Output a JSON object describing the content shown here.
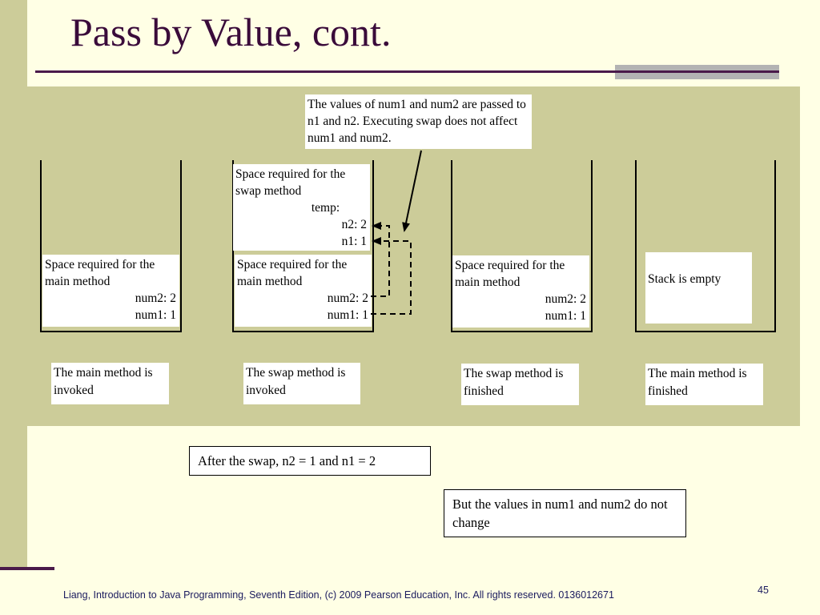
{
  "title": "Pass by Value, cont.",
  "callout": "The values of num1 and num2 are passed to n1 and n2. Executing swap does not affect num1 and num2.",
  "stacks": [
    {
      "main_frame": {
        "label": "Space required for the main method",
        "num2": "num2: 2",
        "num1": "num1: 1"
      },
      "caption": "The main method is invoked"
    },
    {
      "swap_frame": {
        "label": "Space required for the swap method",
        "temp": "temp:",
        "n2": "n2: 2",
        "n1": "n1: 1"
      },
      "main_frame": {
        "label": "Space required for the main method",
        "num2": "num2: 2",
        "num1": "num1: 1"
      },
      "caption": "The swap method is invoked"
    },
    {
      "main_frame": {
        "label": "Space required for the main method",
        "num2": "num2: 2",
        "num1": "num1: 1"
      },
      "caption": "The swap method is finished"
    },
    {
      "empty_label": "Stack is empty",
      "caption": "The main method is finished"
    }
  ],
  "note_after_swap": "After the swap, n2 = 1 and n1 = 2",
  "note_values": "But the values in num1 and num2 do not change",
  "footer": "Liang, Introduction to Java Programming, Seventh Edition, (c) 2009 Pearson Education, Inc. All rights reserved. 0136012671",
  "page_number": "45",
  "colors": {
    "background": "#ffffe5",
    "panel": "#cccc99",
    "title": "#3a0b3a",
    "footer": "#1a1a5e"
  }
}
